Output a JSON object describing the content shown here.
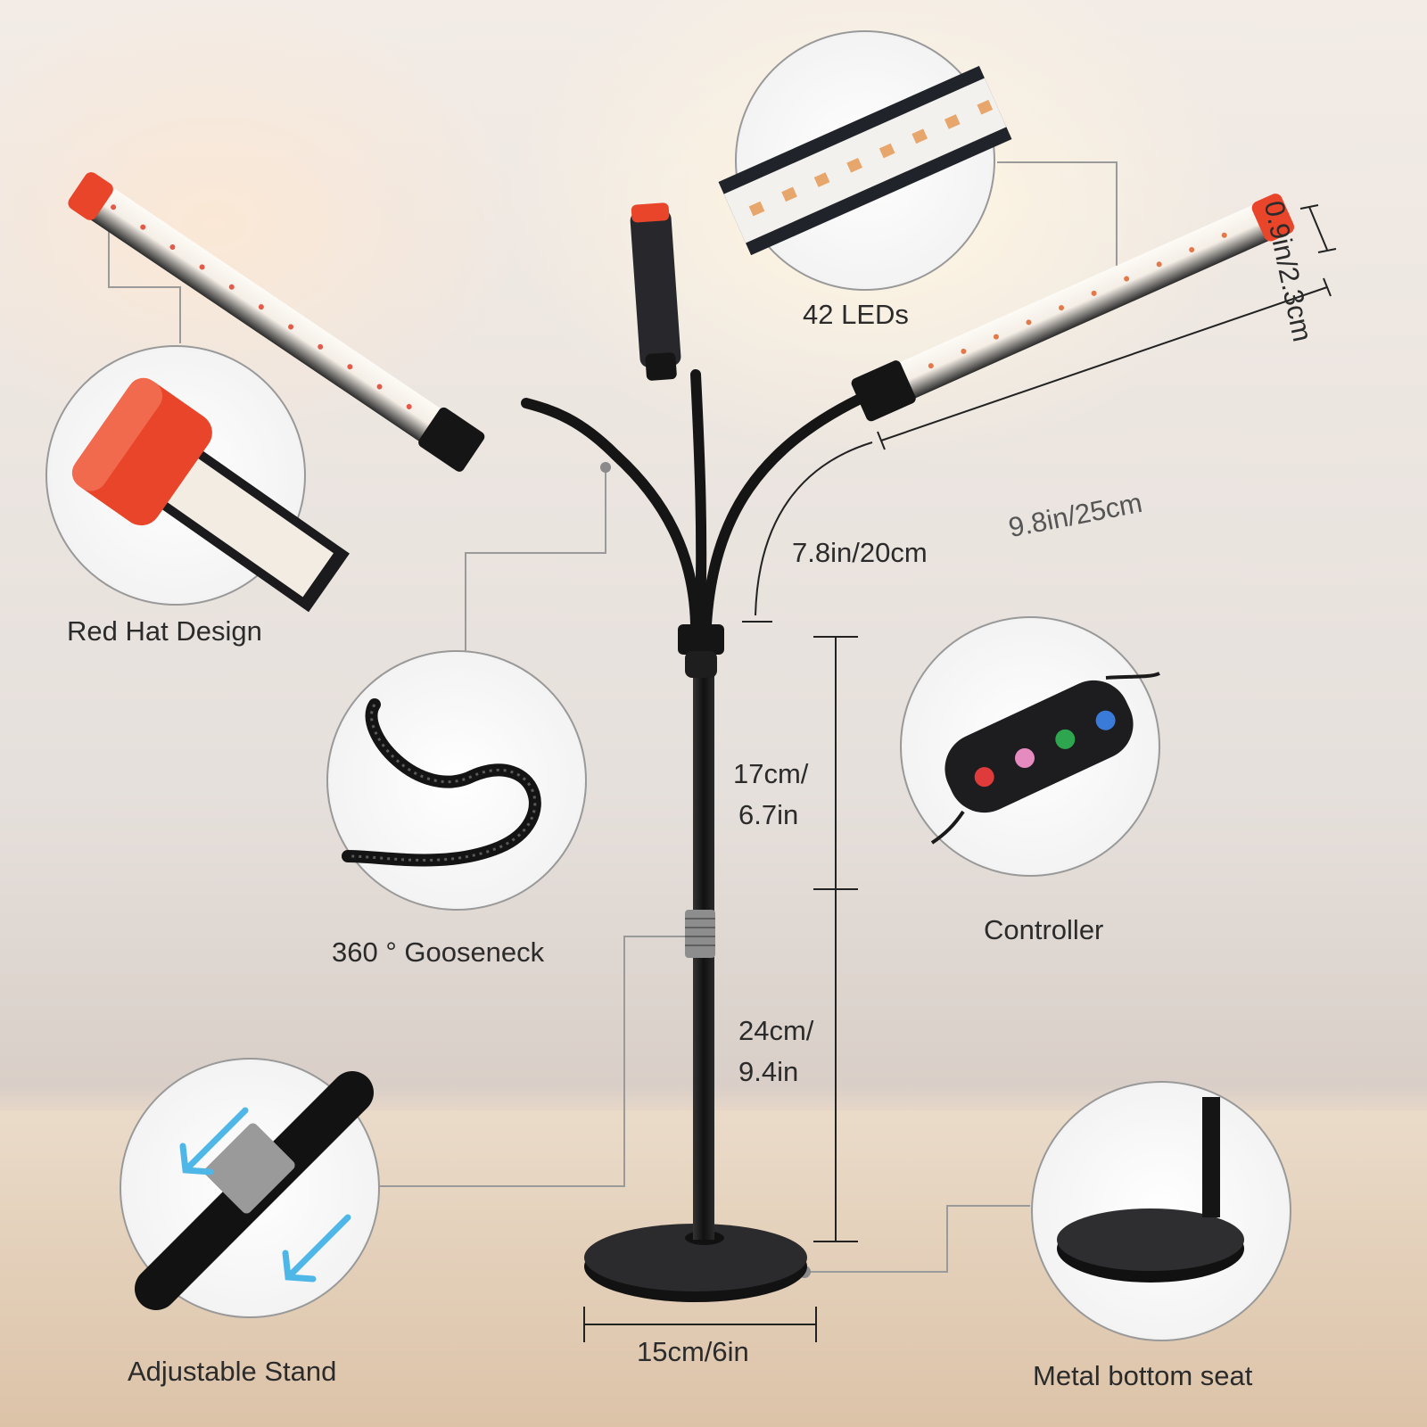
{
  "features": {
    "red_hat": "Red Hat Design",
    "leds": "42 LEDs",
    "gooseneck": "360 ° Gooseneck",
    "controller": "Controller",
    "stand": "Adjustable Stand",
    "base": "Metal bottom seat"
  },
  "dimensions": {
    "tube_diameter": "0.9in/2.3cm",
    "tube_length": "9.8in/25cm",
    "gooseneck_length": "7.8in/20cm",
    "upper_pole_cm": "17cm/",
    "upper_pole_in": "6.7in",
    "lower_pole_cm": "24cm/",
    "lower_pole_in": "9.4in",
    "base_width": "15cm/6in"
  },
  "colors": {
    "lamp_body": "#1b1b1d",
    "red_cap": "#e8452a",
    "callout_line": "#9a9a9a",
    "dimension_line": "#222222"
  }
}
